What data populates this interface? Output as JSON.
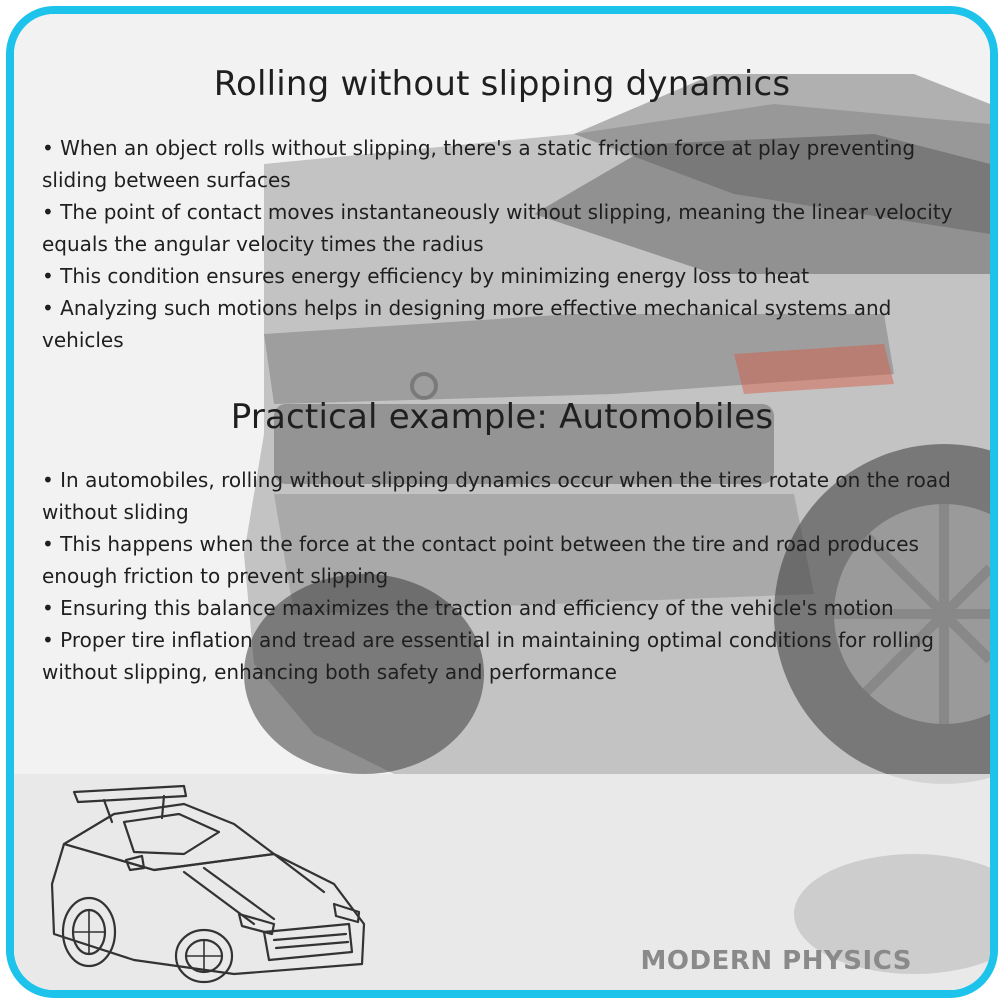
{
  "section1": {
    "title": "Rolling without slipping dynamics",
    "bullets": [
      "• When an object rolls without slipping, there's a static friction force at play preventing sliding between surfaces",
      "• The point of contact moves instantaneously without slipping, meaning the linear velocity equals the angular velocity times the radius",
      "• This condition ensures energy efficiency by minimizing energy loss to heat",
      "• Analyzing such motions helps in designing more effective mechanical systems and vehicles"
    ]
  },
  "section2": {
    "title": "Practical example: Automobiles",
    "bullets": [
      "• In automobiles, rolling without slipping dynamics occur when the tires rotate on the road without sliding",
      "• This happens when the force at the contact point between the tire and road produces enough friction to prevent slipping",
      "• Ensuring this balance maximizes the traction and efficiency of the vehicle's motion",
      "• Proper tire inflation and tread are essential in maintaining optimal conditions for rolling without slipping, enhancing both safety and performance"
    ]
  },
  "brand": "MODERN PHYSICS",
  "colors": {
    "border": "#1ec3ec",
    "text": "#1f1f1f",
    "brand": "#8a8a8a"
  }
}
